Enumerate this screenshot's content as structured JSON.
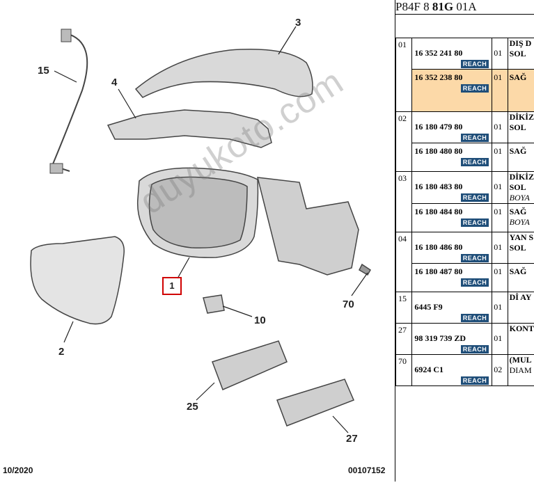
{
  "diagram": {
    "callouts": [
      "15",
      "3",
      "4",
      "2",
      "1",
      "10",
      "70",
      "25",
      "27"
    ],
    "date": "10/2020",
    "drawing_number": "00107152",
    "watermark": "duyukoto.com",
    "highlight_color": "#d00000"
  },
  "panel": {
    "ref_prefix": "P84F 8 ",
    "ref_bold": "81G",
    "ref_suffix": " 01A",
    "reach_label": "REACH",
    "reach_color": "#1f4e79",
    "highlight_row_color": "#fcd9a8",
    "groups": [
      {
        "num": "01",
        "title": "DIŞ D",
        "items": [
          {
            "pn": "16 352 241 80",
            "qty": "01",
            "desc": "SOL",
            "note": ""
          },
          {
            "pn": "16 352 238 80",
            "qty": "01",
            "desc": "SAĞ",
            "note": ""
          }
        ]
      },
      {
        "num": "02",
        "title": "DİKİZ",
        "items": [
          {
            "pn": "16 180 479 80",
            "qty": "01",
            "desc": "SOL",
            "note": ""
          },
          {
            "pn": "16 180 480 80",
            "qty": "01",
            "desc": "SAĞ",
            "note": ""
          }
        ]
      },
      {
        "num": "03",
        "title": "DİKİZ",
        "items": [
          {
            "pn": "16 180 483 80",
            "qty": "01",
            "desc": "SOL",
            "note": "BOYA"
          },
          {
            "pn": "16 180 484 80",
            "qty": "01",
            "desc": "SAĞ",
            "note": "BOYA"
          }
        ]
      },
      {
        "num": "04",
        "title": "YAN S",
        "items": [
          {
            "pn": "16 180 486 80",
            "qty": "01",
            "desc": "SOL",
            "note": ""
          },
          {
            "pn": "16 180 487 80",
            "qty": "01",
            "desc": "SAĞ",
            "note": ""
          }
        ]
      },
      {
        "num": "15",
        "title": "Dİ AY",
        "items": [
          {
            "pn": "6445 F9",
            "qty": "01",
            "desc": "",
            "note": ""
          }
        ]
      },
      {
        "num": "27",
        "title": "KONT",
        "items": [
          {
            "pn": "98 319 739 ZD",
            "qty": "01",
            "desc": "",
            "note": ""
          }
        ]
      },
      {
        "num": "70",
        "title": "(MUL",
        "items": [
          {
            "pn": "6924 C1",
            "qty": "02",
            "desc": "DIAM",
            "note": ""
          }
        ]
      }
    ]
  }
}
